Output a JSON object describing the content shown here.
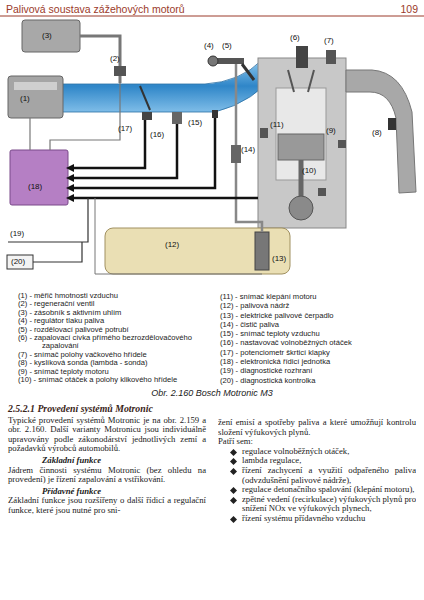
{
  "diagram": {
    "title": "Palivová soustava zážehových motorů",
    "caption": "Obr. 2.160 Bosch Motronic M3",
    "labels": [
      "109",
      "(1)",
      "(2)",
      "(3)",
      "(4)",
      "(5)",
      "(6)",
      "(7)",
      "(8)",
      "(9)",
      "(10)",
      "(11)",
      "(12)",
      "(13)",
      "(14)",
      "(15)",
      "(16)",
      "(17)",
      "(18)",
      "(19)",
      "(20)",
      "(1) - měřič hmotnosti vzduchu",
      "(2) - regenerační ventil",
      "(3) - zásobník s aktivním uhlím",
      "(4) - regulátor tlaku paliva",
      "(5) - rozdělovací palivové potrubí",
      "(6) - zapalovací cívka přímého bezrozdělovačového zapalování",
      "(7) - snímač polohy vačkového hřídele",
      "(8) - kyslíková sonda (lambda - sonda)",
      "(9) - snímač teploty motoru",
      "(10) - snímač otáček a polohy klikového hřídele",
      "(11) - snímač klepání motoru",
      "(12) - palivová nádrž",
      "(13) - elektrické palivové čerpadlo",
      "(14) - čistič paliva",
      "(15) - snímač teploty vzduchu",
      "(16) - nastavovač volnoběžných otáček",
      "(17) - potenciometr škrticí klapky",
      "(18) - elektronická řídicí jednotka",
      "(19) - diagnostické rozhraní",
      "(20) - diagnostická kontrolka",
      "2.5.2.1 Provedení systémů Motronic",
      "Typické provedení systémů Motronic je na obr. 2.159 a obr. 2.160. Další varianty Motronicu jsou individuálně upravovány podle zákonodárství jednotlivých zemí a požadavků výrobců automobilů.",
      "Základní funkce",
      "Jádrem činnosti systému Motronic (bez ohledu na provedení) je řízení zapalování a vstřikování.",
      "Přídavné funkce",
      "Základní funkce jsou rozšířeny o další řídicí a regulační funkce, které jsou nutné pro sni-",
      "žení emisí a spotřeby paliva a které umožňují kontrolu složení výfukových plynů.",
      "Patří sem:",
      "regulace volnoběžných otáček,",
      "lambda regulace,",
      "řízení zachycení a využití odpařeného paliva (odvzdušnění palivové nádrže),",
      "regulace detonačního spalování (klepání motoru),",
      "zpětné vedení (recirkulace) výfukových plynů pro snížení NOx ve výfukových plynech,",
      "řízení systému přídavného vzduchu"
    ]
  }
}
